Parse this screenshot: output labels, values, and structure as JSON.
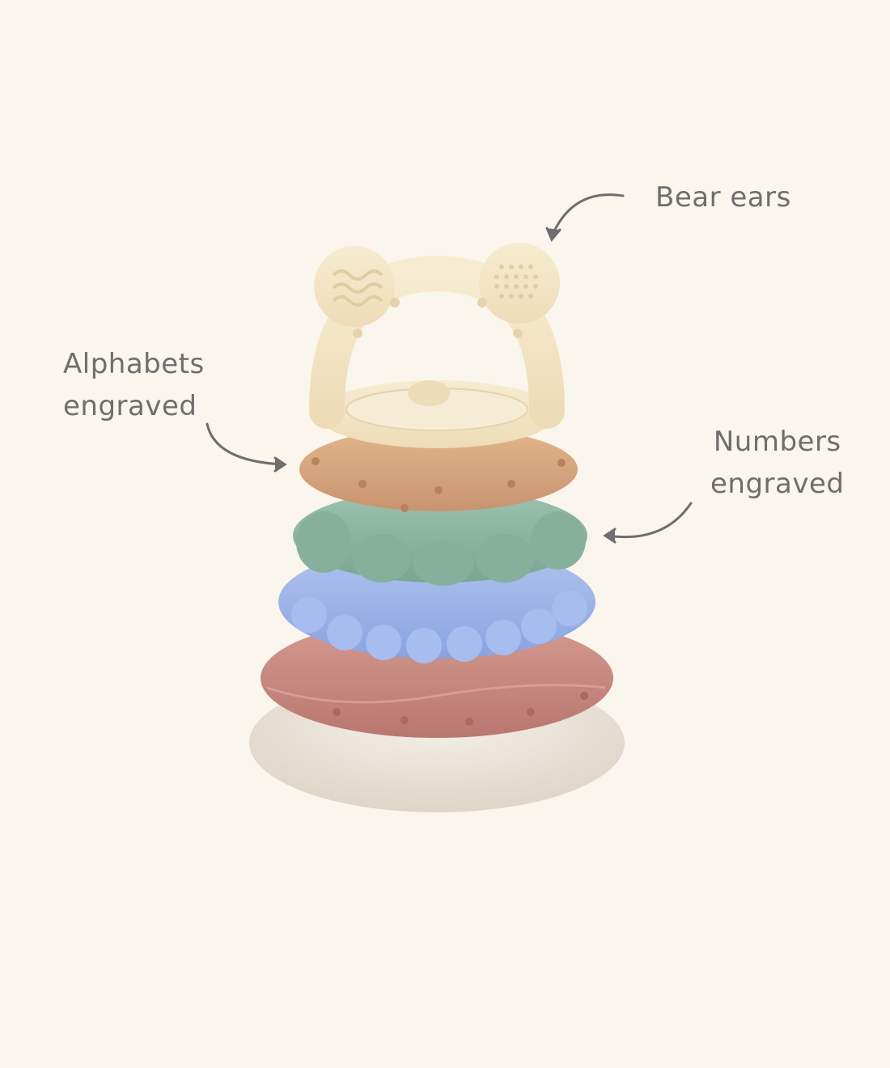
{
  "annotations": {
    "bear_ears": "Bear ears",
    "alphabets_line1": "Alphabets",
    "alphabets_line2": "engraved",
    "numbers_line1": "Numbers",
    "numbers_line2": "engraved"
  },
  "colors": {
    "background": "#faf6ed",
    "text": "#6e6e6e",
    "arrow": "#6e6e6e",
    "ring_bear": "#f2e4c4",
    "ring_tan": "#d9a87e",
    "ring_green": "#8eb6a3",
    "ring_blue": "#9fb6ea",
    "ring_rose": "#c88a80",
    "base": "#ece6dc"
  }
}
